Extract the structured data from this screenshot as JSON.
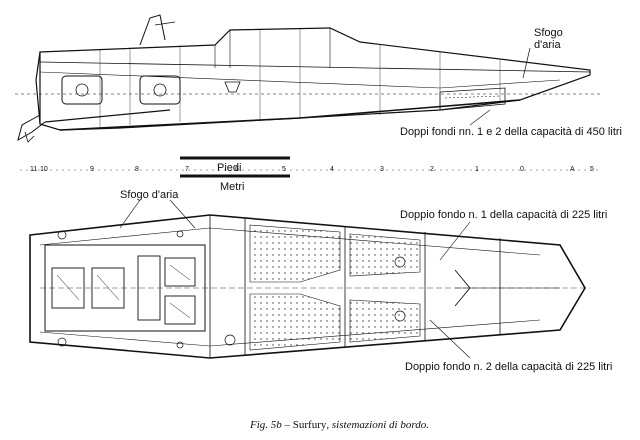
{
  "side_view": {
    "sfogo_aria_top": "Sfogo",
    "sfogo_aria_bottom": "d'aria",
    "doppi_fondi": "Doppi fondi nn. 1 e 2 della capacità di 450 litri"
  },
  "scale_bar": {
    "piedi": "Piedi",
    "metri": "Metri",
    "stations": [
      "11",
      "10",
      "9",
      "8",
      "7",
      "6",
      "5",
      "4",
      "3",
      "2",
      "1",
      "0",
      "A",
      "5"
    ]
  },
  "plan_view": {
    "sfogo_aria": "Sfogo d'aria",
    "doppio_fondo_1": "Doppio fondo n. 1 della capacità di 225 litri",
    "doppio_fondo_2": "Doppio fondo n. 2 della capacità di 225 litri"
  },
  "caption": {
    "fig": "Fig. 5b",
    "dash": " – ",
    "name": "Surfury",
    "rest": ", sistemazioni di bordo."
  }
}
